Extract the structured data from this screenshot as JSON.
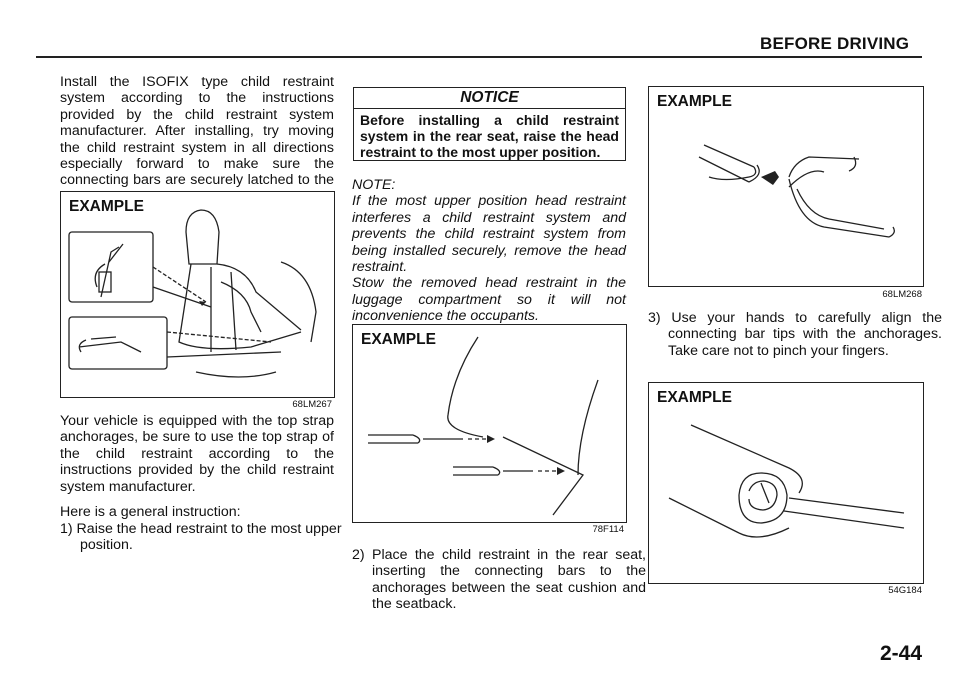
{
  "header": {
    "section_title": "BEFORE DRIVING"
  },
  "col1": {
    "intro": "Install the ISOFIX type child restraint system according to the instructions provided by the child restraint system manufacturer. After installing, try moving the child restraint system in all directions especially forward to make sure the connecting bars are securely latched to the anchorages.",
    "fig1": {
      "label": "EXAMPLE",
      "code": "68LM267"
    },
    "tether_text": "Your vehicle is equipped with the top strap anchorages, be sure to use the top strap of the child restraint according to the instructions provided by the child restraint system manufacturer.",
    "general": "Here is a general instruction:",
    "step1": "1) Raise the head restraint to the most upper position."
  },
  "col2": {
    "notice": {
      "title": "NOTICE",
      "body": "Before installing a child restraint system in the rear seat, raise the head restraint to the most upper position."
    },
    "note_label": "NOTE:",
    "note_text": "If the most upper position head restraint interferes a child restraint system and prevents the child restraint system from being installed securely, remove the head restraint.",
    "note_text2": "Stow the removed head restraint in the luggage compartment so it will not inconvenience the occupants.",
    "fig2": {
      "label": "EXAMPLE",
      "code": "78F114"
    },
    "step2": "2) Place the child restraint in the rear seat, inserting the connecting bars to the anchorages between the seat cushion and the seatback."
  },
  "col3": {
    "fig3": {
      "label": "EXAMPLE",
      "code": "68LM268"
    },
    "step3": "3) Use your hands to carefully align the connecting bar tips with the anchorages. Take care not to pinch your fingers.",
    "fig4": {
      "label": "EXAMPLE",
      "code": "54G184"
    }
  },
  "footer": {
    "page_number": "2-44"
  }
}
